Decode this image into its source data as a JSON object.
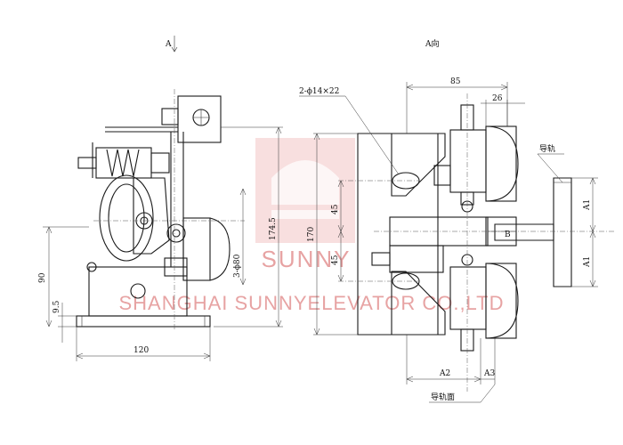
{
  "views": {
    "left_label": "A",
    "right_label": "A向"
  },
  "dimensions": {
    "hole_spec": "2-ϕ14×22",
    "width_85": "85",
    "width_26": "26",
    "height_1745": "174.5",
    "height_170": "170",
    "dia_80": "3-ϕ80",
    "height_90": "90",
    "base_95": "9.5",
    "width_120": "120",
    "half_45_upper": "45",
    "half_45_lower": "45",
    "a1_upper": "A1",
    "a1_lower": "A1",
    "b_label": "B",
    "a2": "A2",
    "a3": "A3"
  },
  "labels": {
    "guide_rail": "导轨",
    "guide_rail_face": "导轨面"
  },
  "watermark": {
    "brand": "SUNNY",
    "company": "SHANGHAI SUNNYELEVATOR CO.,LTD",
    "color": "#e7a3a3"
  }
}
